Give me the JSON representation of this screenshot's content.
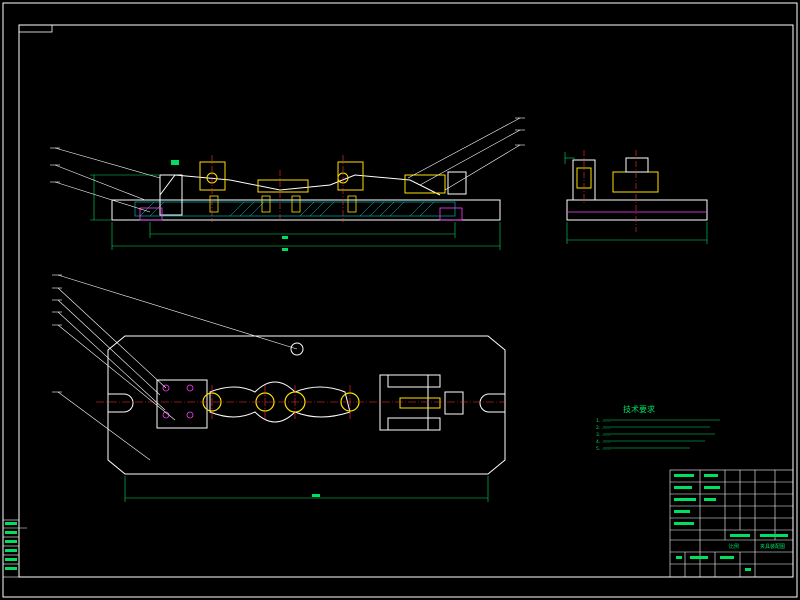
{
  "colors": {
    "background": "#000000",
    "frame": "#ffffff",
    "part": "#ffffff",
    "hatch": "#00d0d0",
    "dim": "#00e060",
    "center": "#ff3030",
    "highlight": "#ffe000",
    "accent": "#ff40ff",
    "leader": "#ffffff"
  },
  "tech_requirements": {
    "title": "技术要求",
    "lines": [
      "1. ……",
      "2. ……",
      "3. ……",
      "4. ……",
      "5. ……"
    ]
  },
  "title_block": {
    "scale_label": "比例",
    "drawing_label": "夹具装配图"
  }
}
